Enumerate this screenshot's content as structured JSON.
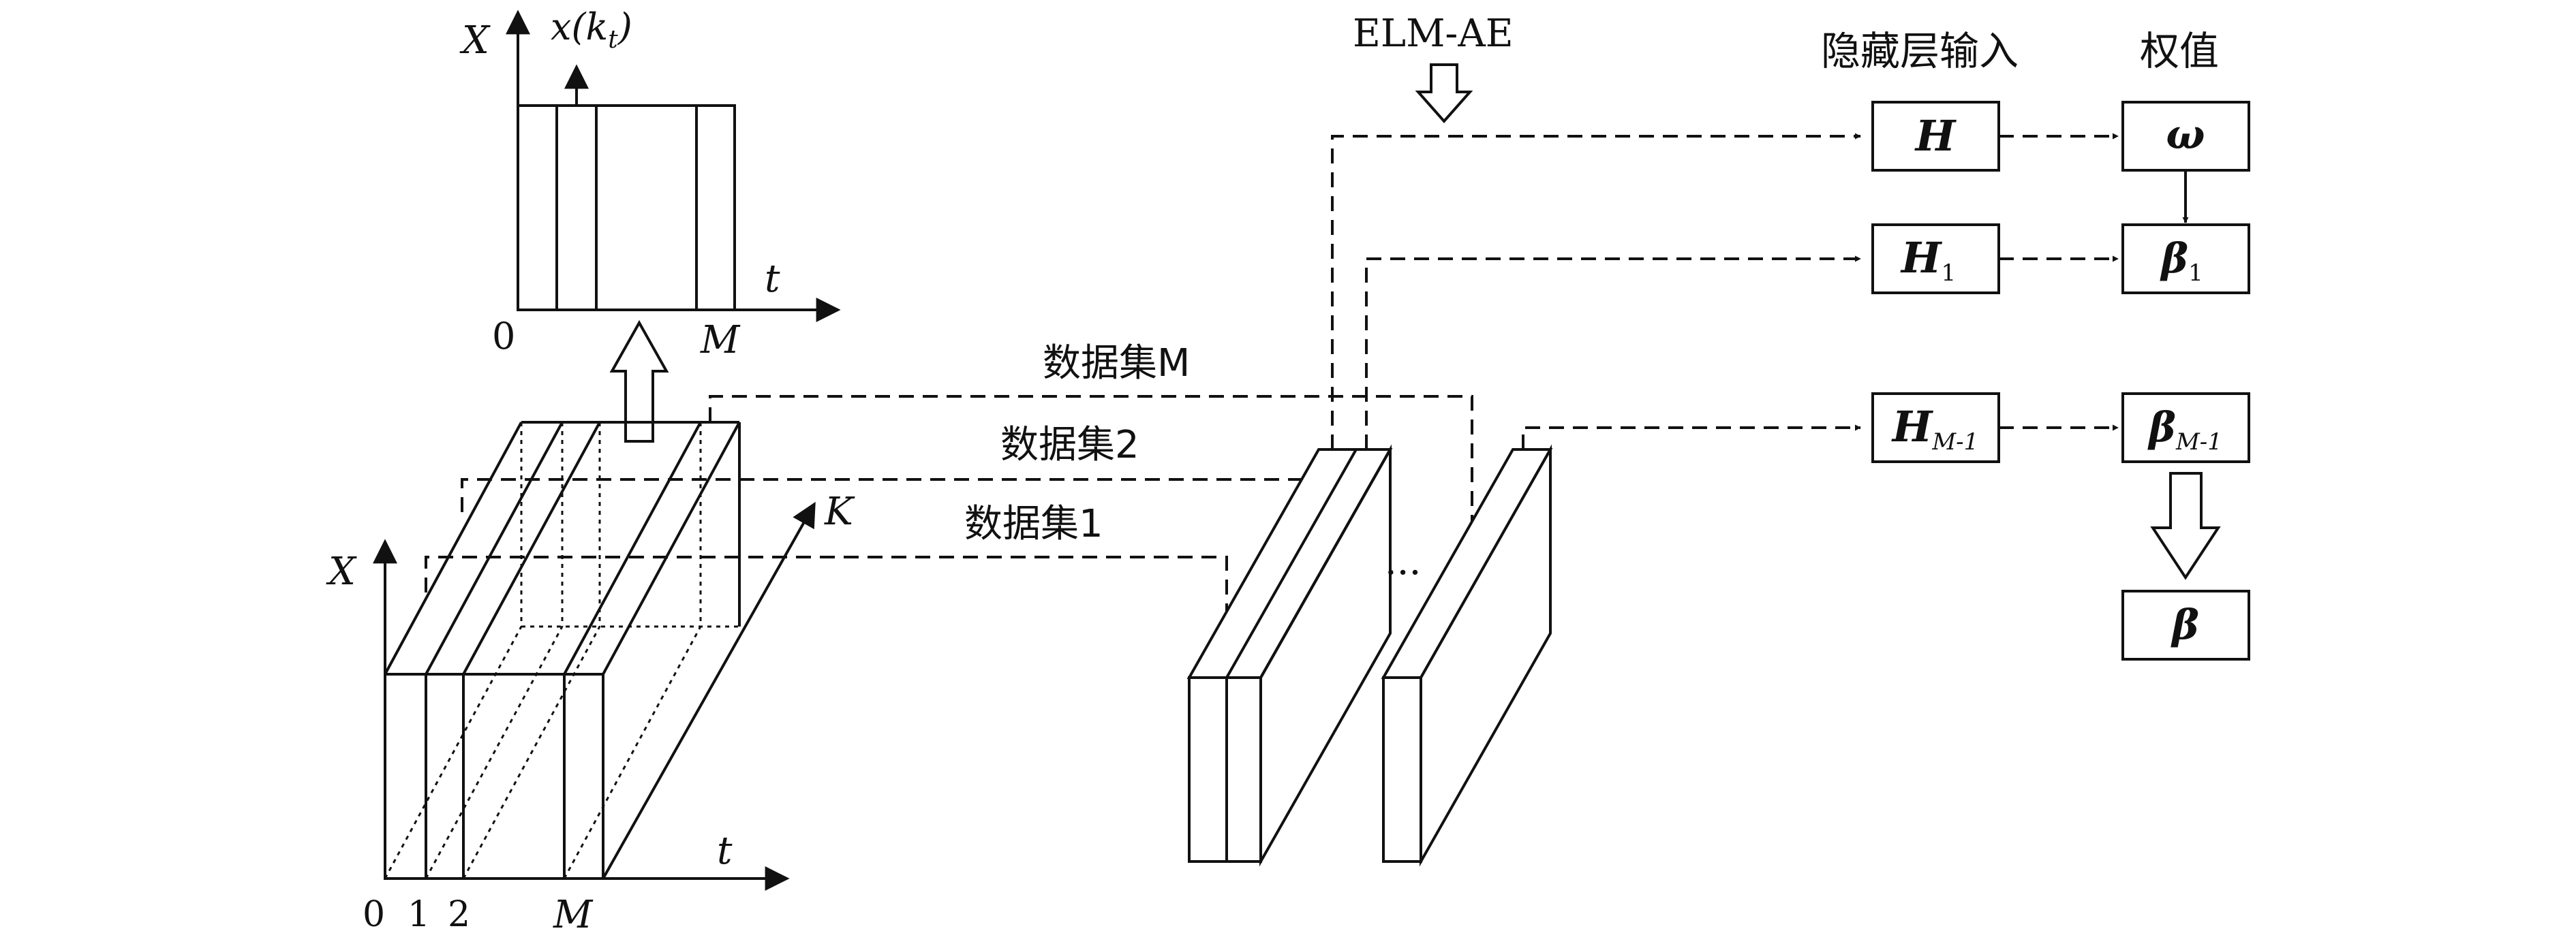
{
  "labels": {
    "top_y_axis": "X",
    "top_signal": "x(k",
    "top_signal_sub": "t",
    "top_signal_close": ")",
    "top_x_axis": "t",
    "top_origin": "0",
    "top_M": "M",
    "elm_ae": "ELM-AE",
    "hidden_input_header": "隐藏层输入",
    "weight_header": "权值",
    "dataset_M": "数据集M",
    "dataset_2": "数据集2",
    "dataset_1": "数据集1",
    "cube_K": "K",
    "cube_y_axis": "X",
    "cube_x_axis": "t",
    "cube_tick_0": "0",
    "cube_tick_1": "1",
    "cube_tick_2": "2",
    "cube_tick_M": "M",
    "ellipsis": "···"
  },
  "hidden_boxes": [
    {
      "main": "H",
      "sub": ""
    },
    {
      "main": "H",
      "sub": "1"
    },
    {
      "main": "H",
      "sub": "M-1"
    }
  ],
  "weight_boxes": [
    {
      "main": "ω",
      "sub": ""
    },
    {
      "main": "β",
      "sub": "1"
    },
    {
      "main": "β",
      "sub": "M-1"
    }
  ],
  "final_box": {
    "main": "β"
  }
}
